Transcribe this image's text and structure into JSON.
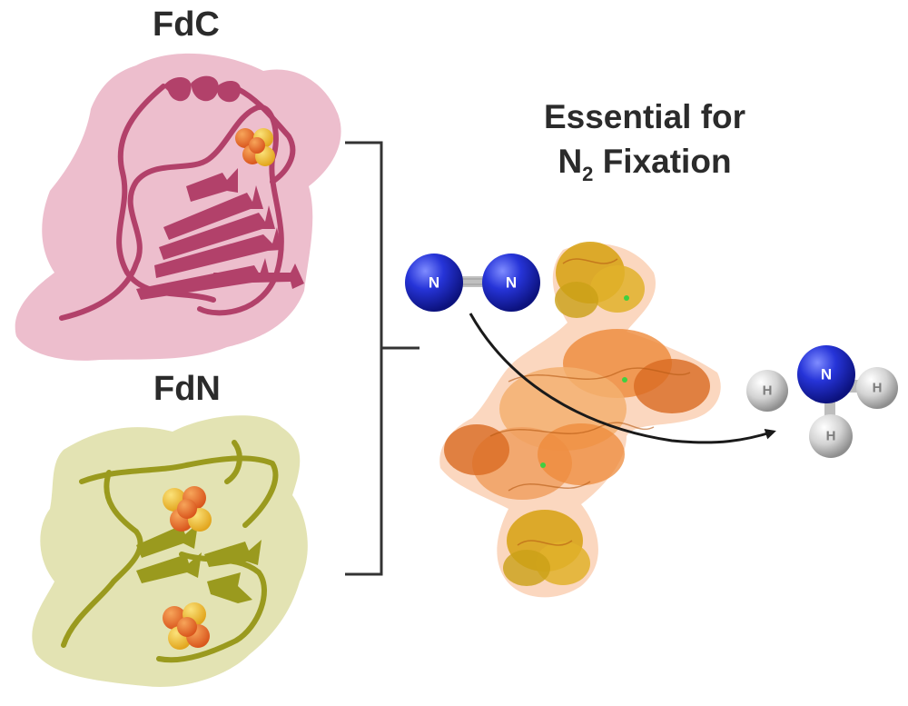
{
  "labels": {
    "fdc": "FdC",
    "fdn": "FdN",
    "essential_line1": "Essential for",
    "essential_n": "N",
    "essential_sub": "2",
    "essential_rest": " Fixation"
  },
  "atoms": {
    "n2_left": "N",
    "n2_right": "N",
    "nh3_n": "N",
    "nh3_h_left": "H",
    "nh3_h_right": "H",
    "nh3_h_bottom": "H"
  },
  "colors": {
    "fdc_protein": "#b2416a",
    "fdc_surface": "#e8aec0",
    "fdn_protein": "#9a9a1e",
    "fdn_surface": "#dcdca0",
    "fes_orange": "#ee7b2a",
    "fes_yellow": "#f2c23a",
    "nitrogenase_orange": "#ee8a3a",
    "nitrogenase_gold": "#d8a41a",
    "nitrogen_blue": "#1f2bd0",
    "hydrogen_grey": "#c8c8c8",
    "bracket": "#333333",
    "arrow": "#1a1a1a"
  }
}
